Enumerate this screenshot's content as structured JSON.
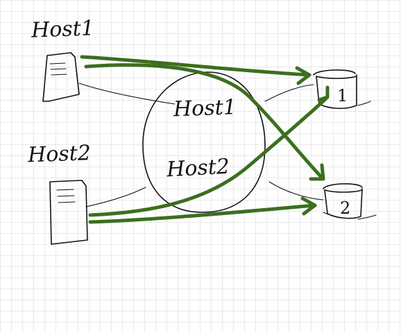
{
  "labels": {
    "host1_top": "Host1",
    "host2_side": "Host2",
    "circle_host1": "Host1",
    "circle_host2": "Host2",
    "disk1": "1",
    "disk2": "2"
  },
  "colors": {
    "arrow": "#3b6f1e",
    "ink": "#111111",
    "grid": "#e9e9e9"
  }
}
